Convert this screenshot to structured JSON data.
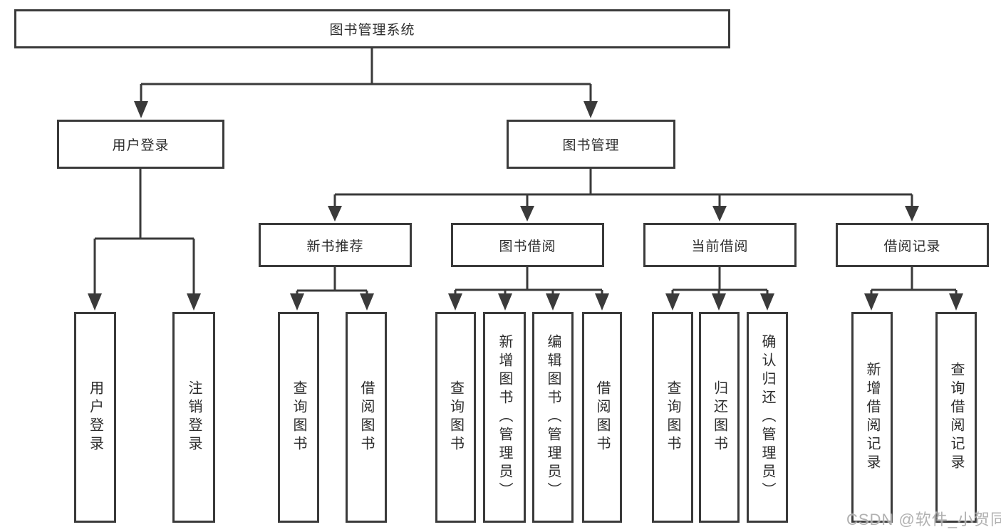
{
  "colors": {
    "line": "#3a3a3a",
    "text": "#2d2d2d",
    "box_background": "#ffffff",
    "watermark_gray": "#a8a8a8"
  },
  "watermark": {
    "text": "CSDN @软件_小贺同学"
  },
  "tree": {
    "root": {
      "label": "图书管理系统"
    },
    "branches": [
      {
        "label": "用户登录",
        "children": [
          {
            "label": "用户登录"
          },
          {
            "label": "注销登录"
          }
        ]
      },
      {
        "label": "图书管理",
        "children": [
          {
            "label": "新书推荐",
            "children": [
              {
                "label": "查询图书"
              },
              {
                "label": "借阅图书"
              }
            ]
          },
          {
            "label": "图书借阅",
            "children": [
              {
                "label": "查询图书"
              },
              {
                "label": "新增图书（管理员）"
              },
              {
                "label": "编辑图书（管理员）"
              },
              {
                "label": "借阅图书"
              }
            ]
          },
          {
            "label": "当前借阅",
            "children": [
              {
                "label": "查询图书"
              },
              {
                "label": "归还图书"
              },
              {
                "label": "确认归还（管理员）"
              }
            ]
          },
          {
            "label": "借阅记录",
            "children": [
              {
                "label": "新增借阅记录"
              },
              {
                "label": "查询借阅记录"
              }
            ]
          }
        ]
      }
    ]
  }
}
